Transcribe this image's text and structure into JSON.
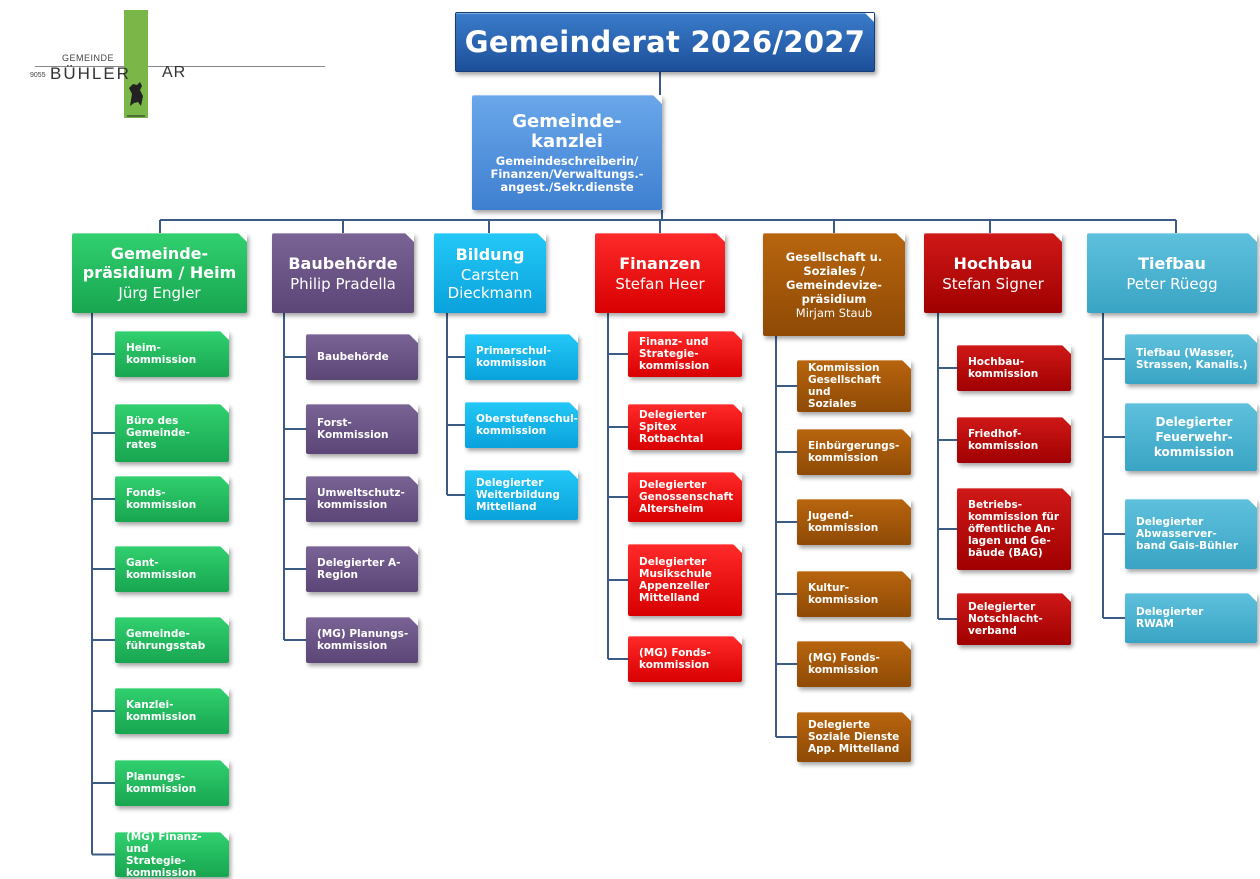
{
  "logo": {
    "gemeinde": "GEMEINDE",
    "plz": "9055",
    "name": "BÜHLER",
    "canton": "AR"
  },
  "title": "Gemeinderat 2026/2027",
  "kanzlei": {
    "title": "Gemeinde-\nkanzlei",
    "subtitle": "Gemeindeschreiberin/\nFinanzen/Verwaltungs.-\nangest./Sekr.dienste"
  },
  "colors": {
    "green": "#1fb95e",
    "purple": "#6a5386",
    "cyan": "#14b4ea",
    "red": "#ee0a0a",
    "brown": "#a3560a",
    "dark_red": "#b80c0c",
    "teal": "#4cb3d1",
    "top_blue": "#2a66b4",
    "line": "#3b5b85"
  },
  "departments": [
    {
      "name": "Gemeinde-\npräsidium / Heim",
      "person": "Jürg Engler",
      "color": "green",
      "items": [
        "Heim-\nkommission",
        "Büro des\nGemeinde-\nrates",
        "Fonds-\nkommission",
        "Gant-\nkommission",
        "Gemeinde-\nführungsstab",
        "Kanzlei-\nkommission",
        "Planungs-\nkommission",
        "(MG) Finanz- und\nStrategie-\nkommission"
      ]
    },
    {
      "name": "Baubehörde",
      "person": "Philip Pradella",
      "color": "purple",
      "items": [
        "Baubehörde",
        "Forst-\nKommission",
        "Umweltschutz-\nkommission",
        "Delegierter A-\nRegion",
        "(MG) Planungs-\nkommission"
      ]
    },
    {
      "name": "Bildung",
      "person": "Carsten\nDieckmann",
      "color": "cyan",
      "items": [
        "Primarschul-\nkommission",
        "Oberstufenschul-\nkommission",
        "Delegierter\nWeiterbildung\nMittelland"
      ]
    },
    {
      "name": "Finanzen",
      "person": "Stefan Heer",
      "color": "red",
      "items": [
        "Finanz- und\nStrategie-\nkommission",
        "Delegierter Spitex\nRotbachtal",
        "Delegierter\nGenossenschaft\nAltersheim",
        "Delegierter\nMusikschule\nAppenzeller\nMittelland",
        "(MG) Fonds-\nkommission"
      ]
    },
    {
      "name": "Gesellschaft u.\nSoziales /\nGemeindevize-\npräsidium",
      "person": "Mirjam Staub",
      "color": "brown",
      "items": [
        "Kommission\nGesellschaft und\nSoziales",
        "Einbürgerungs-\nkommission",
        "Jugend-\nkommission",
        "Kultur-\nkommission",
        "(MG) Fonds-\nkommission",
        "Delegierte\nSoziale Dienste\nApp. Mittelland"
      ]
    },
    {
      "name": "Hochbau",
      "person": "Stefan Signer",
      "color": "dark_red",
      "items": [
        "Hochbau-\nkommission",
        "Friedhof-\nkommission",
        "Betriebs-\nkommission für\nöffentliche An-\nlagen und Ge-\nbäude (BAG)",
        "Delegierter\nNotschlacht-\nverband"
      ]
    },
    {
      "name": "Tiefbau",
      "person": "Peter Rüegg",
      "color": "teal",
      "items": [
        "Tiefbau (Wasser,\nStrassen, Kanalis.)",
        "Delegierter\nFeuerwehr-\nkommission",
        "Delegierter\nAbwasserver-\nband Gais-Bühler",
        "Delegierter\nRWAM"
      ]
    }
  ]
}
